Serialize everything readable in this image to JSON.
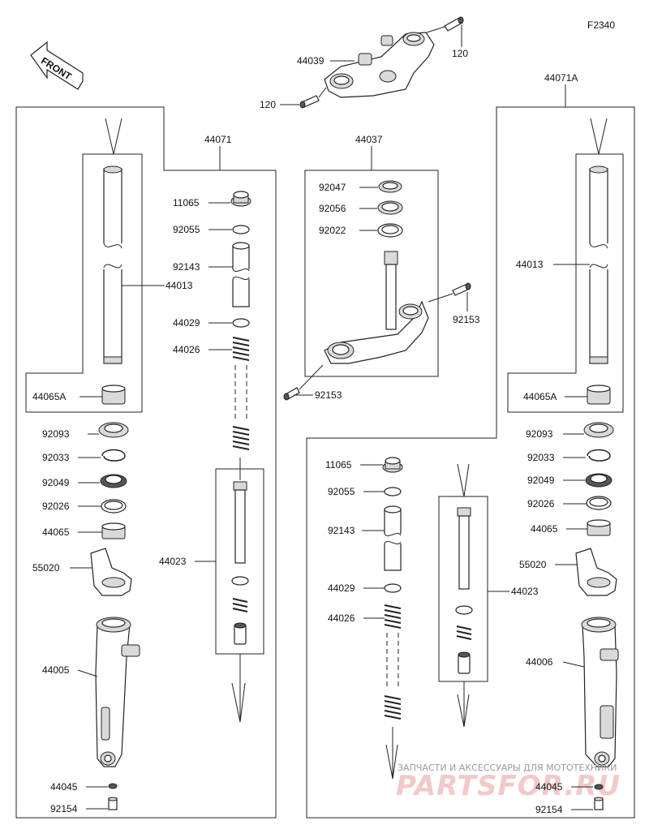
{
  "figure_code": "F2340",
  "front_label": "FRONT",
  "labels": {
    "bolt_120_top": "120",
    "bolt_120_left": "120",
    "upper_bracket": "44039",
    "left_fork_assy": "44071",
    "right_fork_assy": "44071A",
    "stem_assy": "44037",
    "L_11065": "11065",
    "L_92055": "92055",
    "L_92143": "92143",
    "L_44029": "44029",
    "L_44026": "44026",
    "L_44013": "44013",
    "L_44065A": "44065A",
    "L_92093": "92093",
    "L_92033": "92033",
    "L_92049": "92049",
    "L_92026": "92026",
    "L_44065": "44065",
    "L_55020": "55020",
    "L_44023": "44023",
    "L_44005": "44005",
    "L_44045": "44045",
    "L_92154": "92154",
    "S_92047": "92047",
    "S_92056": "92056",
    "S_92022": "92022",
    "S_92153_right": "92153",
    "S_92153_left": "92153",
    "R_11065": "11065",
    "R_92055": "92055",
    "R_92143": "92143",
    "R_44029": "44029",
    "R_44026": "44026",
    "R_44023": "44023",
    "R_44013": "44013",
    "R_44065A": "44065A",
    "R_92093": "92093",
    "R_92033": "92033",
    "R_92049": "92049",
    "R_92026": "92026",
    "R_44065": "44065",
    "R_55020": "55020",
    "R_44006": "44006",
    "R_44045": "44045",
    "R_92154": "92154"
  },
  "watermark": {
    "line1": "ЗАПЧАСТИ И АКСЕССУАРЫ ДЛЯ МОТОТЕХНИКИ",
    "line2": "PARTSFOR.RU"
  }
}
